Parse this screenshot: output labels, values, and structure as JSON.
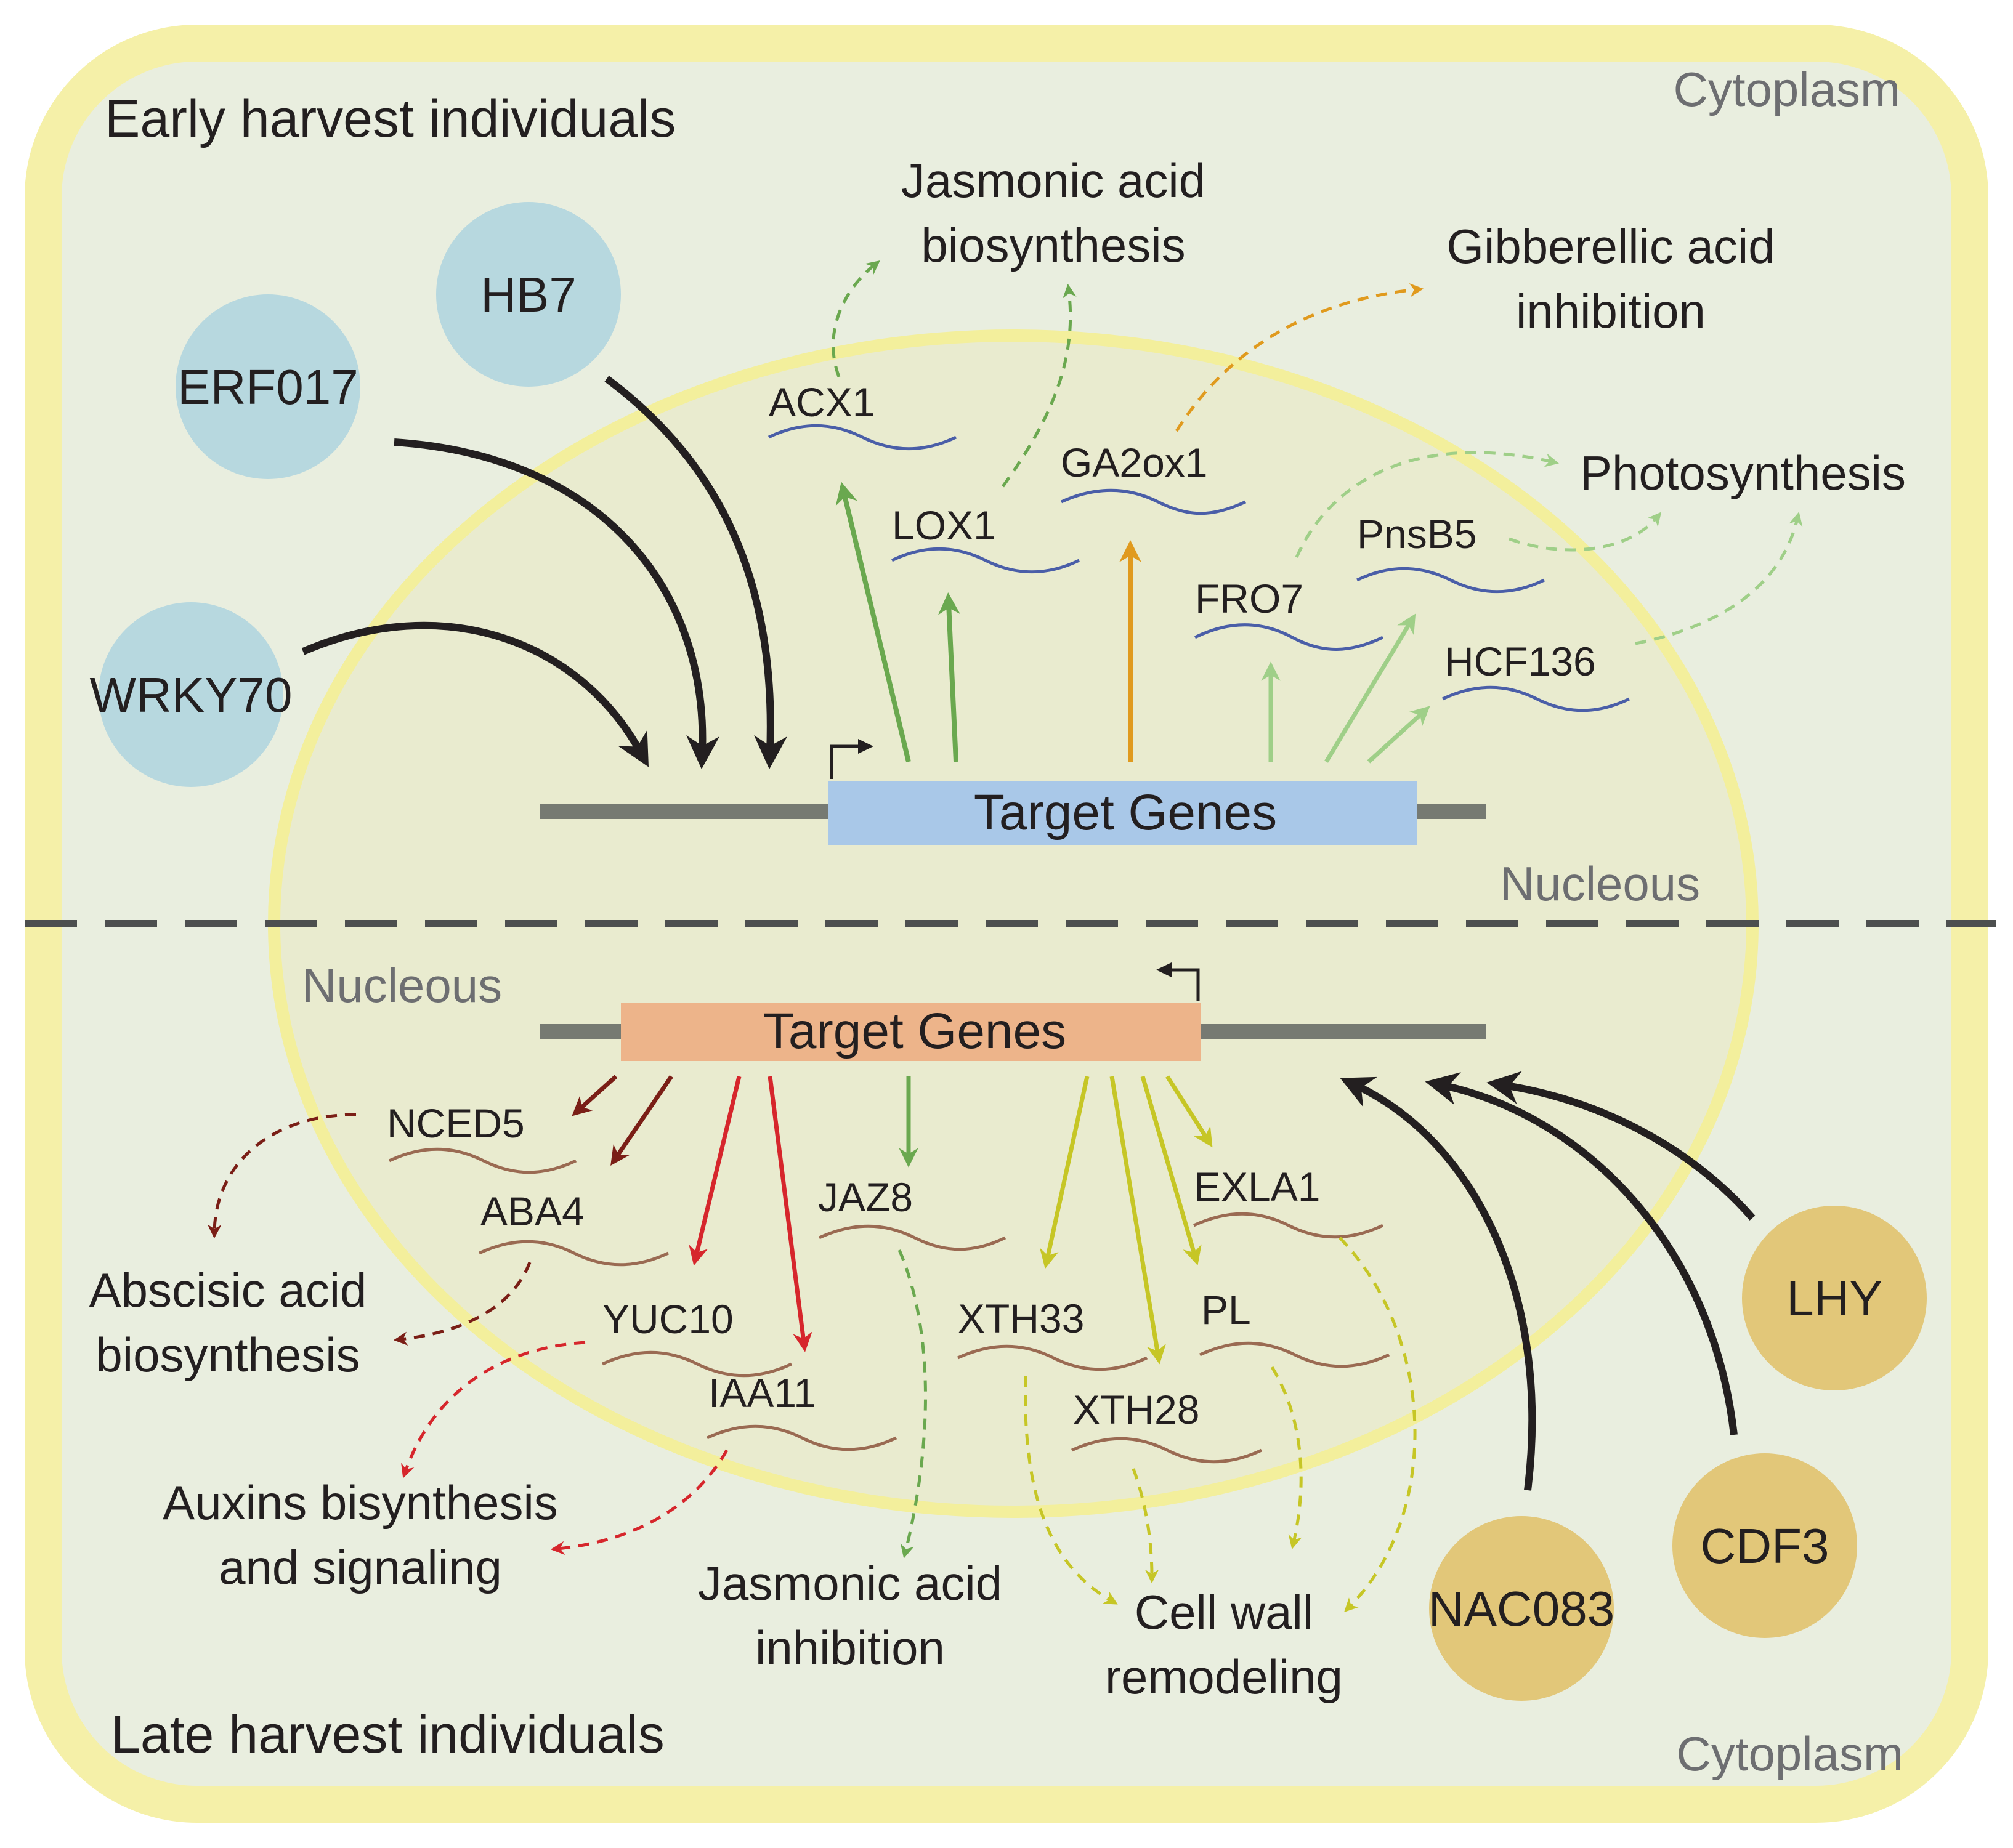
{
  "regions": {
    "top_title": "Early harvest individuals",
    "bottom_title": "Late harvest individuals",
    "cytoplasm_top": "Cytoplasm",
    "cytoplasm_bottom": "Cytoplasm",
    "nucleus_top": "Nucleous",
    "nucleus_bottom": "Nucleous"
  },
  "early": {
    "transcription_factors": [
      "HB7",
      "ERF017",
      "WRKY70"
    ],
    "target_label": "Target Genes",
    "genes": [
      "ACX1",
      "LOX1",
      "GA2ox1",
      "PnsB5",
      "FRO7",
      "HCF136"
    ],
    "processes": {
      "jasmonic_1": "Jasmonic acid",
      "jasmonic_2": "biosynthesis",
      "gibberellic_1": "Gibberellic acid",
      "gibberellic_2": "inhibition",
      "photosynthesis": "Photosynthesis"
    }
  },
  "late": {
    "transcription_factors": [
      "LHY",
      "CDF3",
      "NAC083"
    ],
    "target_label": "Target Genes",
    "genes": [
      "NCED5",
      "ABA4",
      "YUC10",
      "IAA11",
      "JAZ8",
      "XTH33",
      "XTH28",
      "EXLA1",
      "PL"
    ],
    "processes": {
      "abscisic_1": "Abscisic acid",
      "abscisic_2": "biosynthesis",
      "auxins_1": "Auxins bisynthesis",
      "auxins_2": "and signaling",
      "jasmonic_1": "Jasmonic acid",
      "jasmonic_2": "inhibition",
      "cellwall_1": "Cell wall",
      "cellwall_2": "remodeling"
    }
  },
  "colors": {
    "cell_border": "#f5f0a8",
    "cell_fill": "#e9eedf",
    "nucleus_border": "#f3ef9c",
    "nucleus_fill": "#e9ebcf",
    "tf_early": "#b7d8df",
    "tf_late": "#e2c779",
    "target_early": "#a9c8e8",
    "target_late": "#edb48a",
    "dna_line": "#767a72",
    "green_arrow": "#6aa84f",
    "orange_arrow": "#e09a1e",
    "light_green_arrow": "#9fcf88",
    "dark_red_arrow": "#7a1e16",
    "red_arrow": "#d6262c",
    "yellow_arrow": "#c6c626",
    "blue_transcript": "#4a5ea8",
    "brown_transcript": "#9a6a52"
  }
}
